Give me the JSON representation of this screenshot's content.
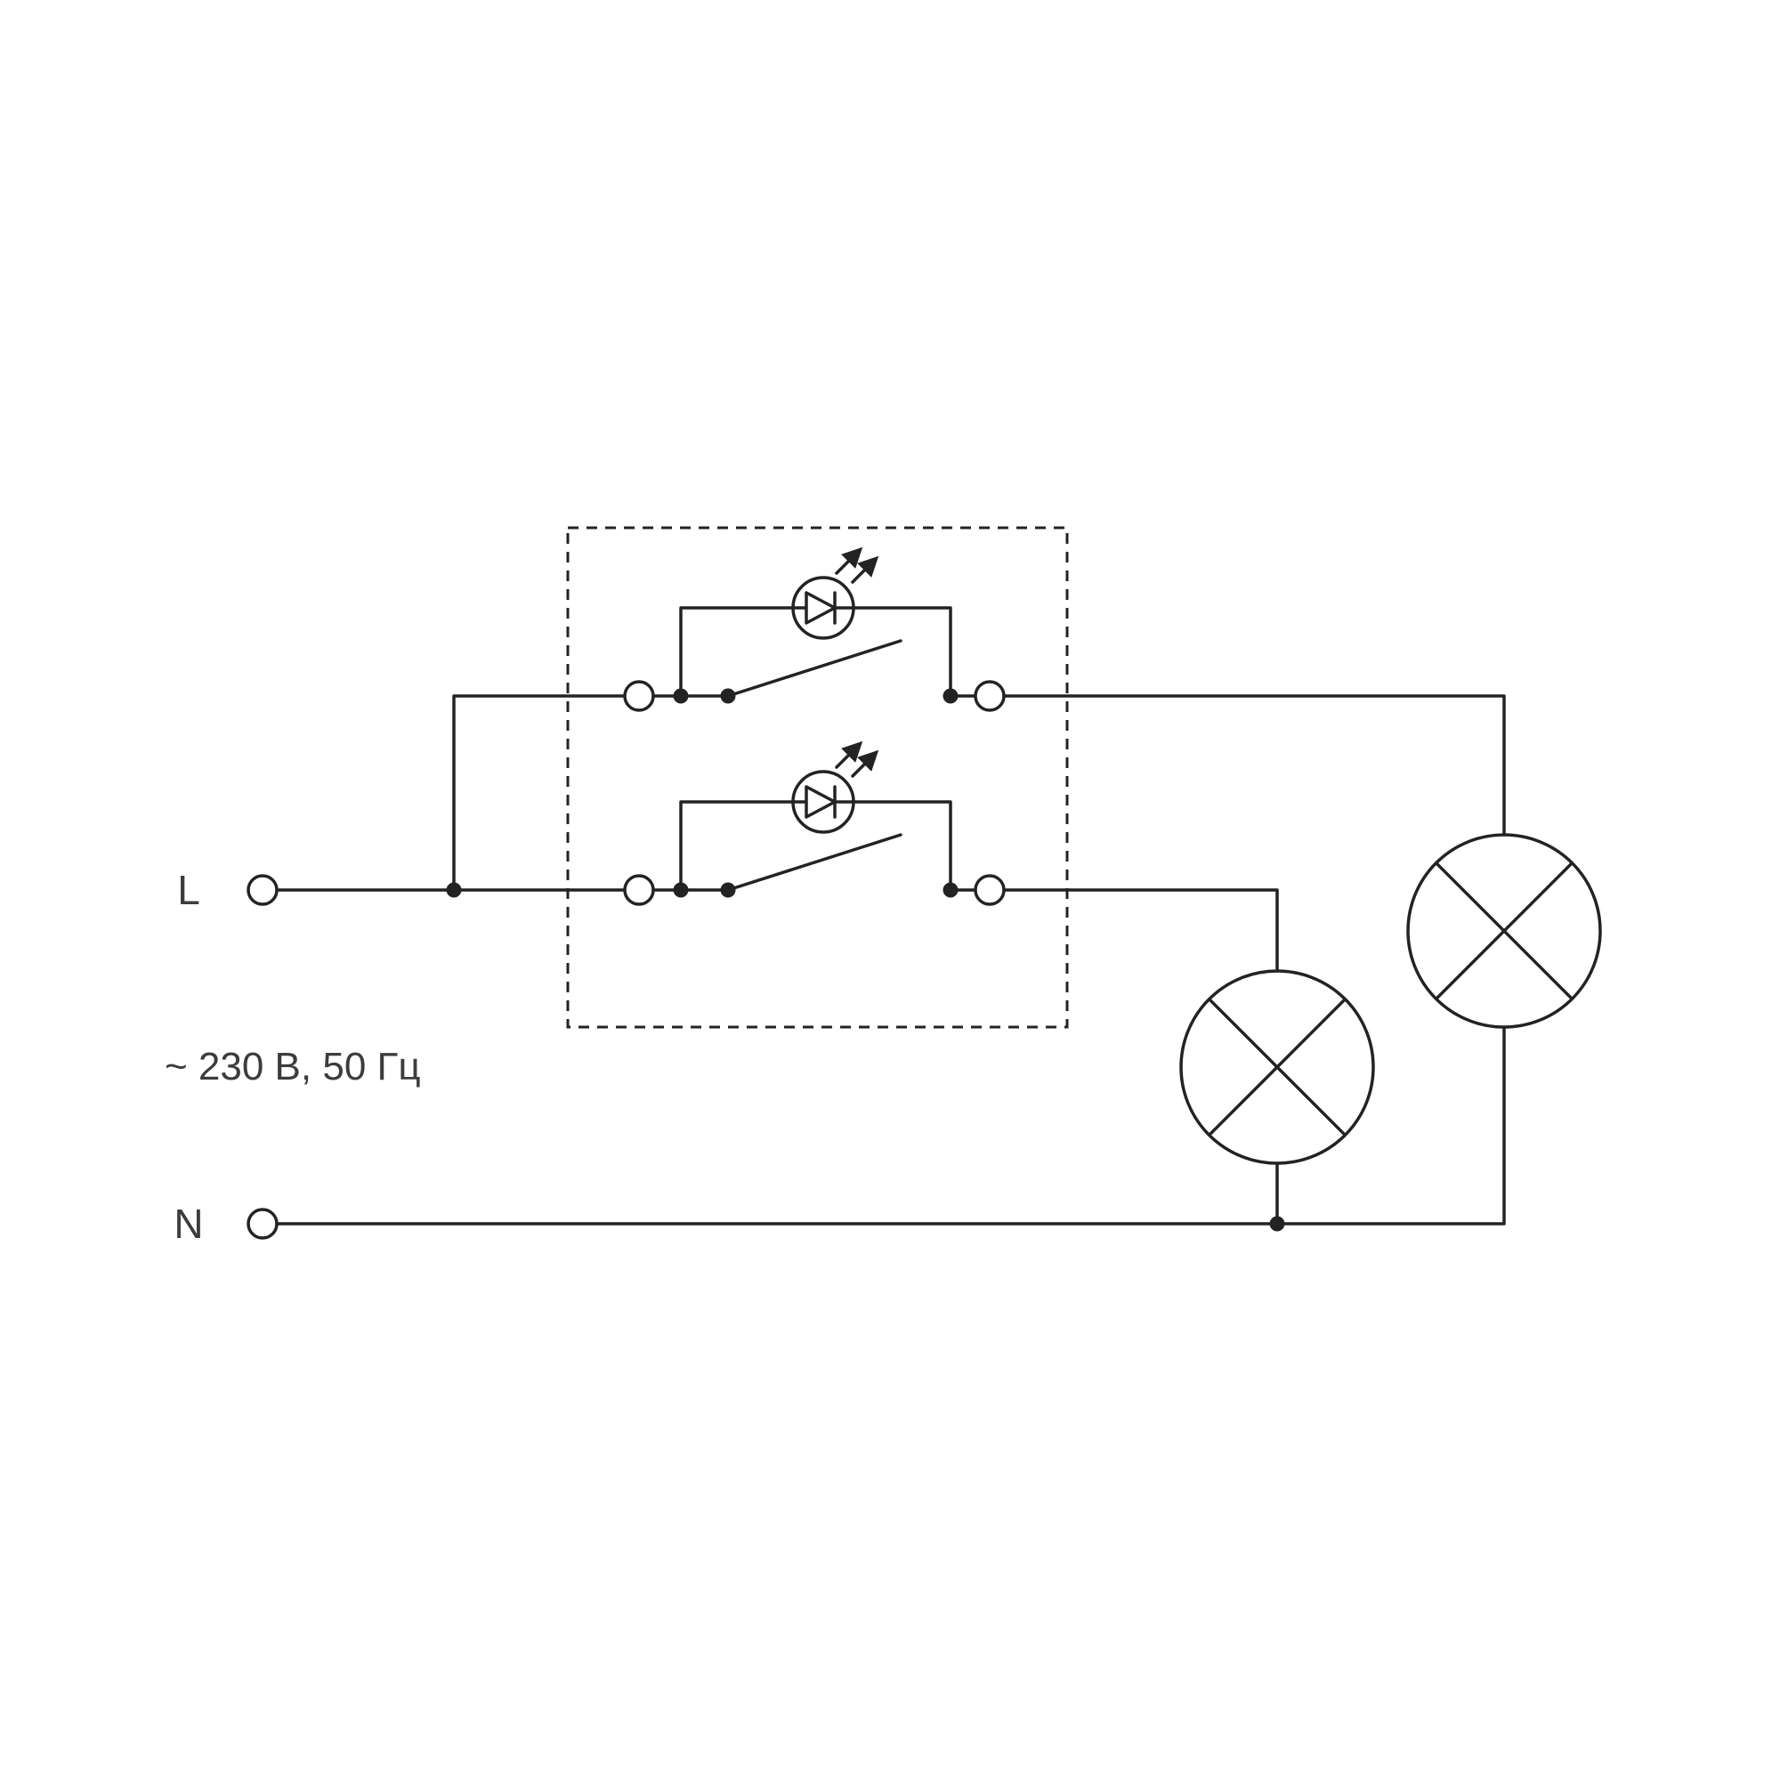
{
  "diagram": {
    "type": "wiring-schematic",
    "labels": {
      "line_l": "L",
      "line_n": "N",
      "voltage": "~ 230 В, 50 Гц"
    },
    "components": {
      "switch_units": 2,
      "led_indicators": 2,
      "lamps": 2,
      "enclosure": "dashed-outline"
    },
    "colors": {
      "background": "#ffffff",
      "stroke": "#232323",
      "text": "#3c3c3c"
    }
  }
}
